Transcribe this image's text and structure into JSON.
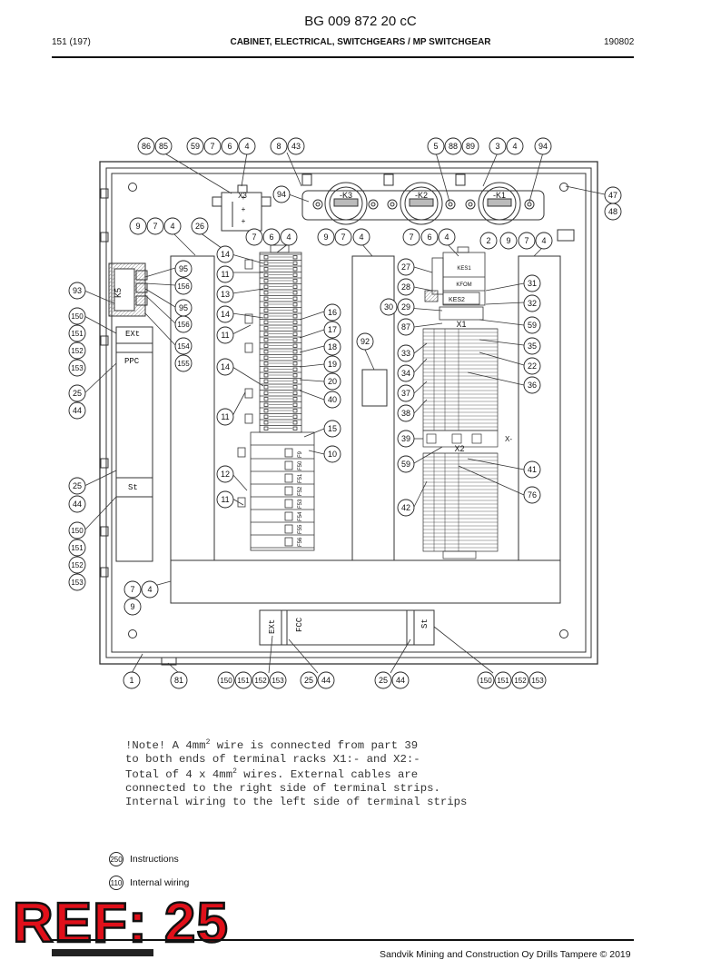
{
  "header": {
    "doc_id": "BG 009 872 20 cC",
    "page": "151 (197)",
    "section": "CABINET, ELECTRICAL, SWITCHGEARS / MP SWITCHGEAR",
    "date": "190802"
  },
  "diagram": {
    "labels": {
      "x3": "X3",
      "k3": "-K3",
      "k2": "-K2",
      "k1": "-K1",
      "k5": "K5",
      "ext": "EXt",
      "ppc": "PPC",
      "st": "St",
      "kes1": "KES1",
      "kfom": "KFOM",
      "kes2": "KES2",
      "x1": "X1",
      "x2": "X2",
      "xminus": "X-",
      "ext_bottom": "EXt",
      "fcc_bottom": "FCC",
      "st_bottom": "St"
    },
    "fuses": [
      "F9",
      "F50",
      "F51",
      "F52",
      "F53",
      "F54",
      "F55",
      "F56"
    ],
    "callouts": [
      {
        "id": "c1",
        "text": "86"
      },
      {
        "id": "c2",
        "text": "85"
      },
      {
        "id": "c3",
        "text": "59"
      },
      {
        "id": "c4",
        "text": "7"
      },
      {
        "id": "c5",
        "text": "6"
      },
      {
        "id": "c6",
        "text": "4"
      },
      {
        "id": "c7",
        "text": "8"
      },
      {
        "id": "c8",
        "text": "43"
      },
      {
        "id": "c9",
        "text": "5"
      },
      {
        "id": "c10",
        "text": "88"
      },
      {
        "id": "c11",
        "text": "89"
      },
      {
        "id": "c12",
        "text": "3"
      },
      {
        "id": "c13",
        "text": "4"
      },
      {
        "id": "c14",
        "text": "94"
      },
      {
        "id": "c15",
        "text": "94"
      },
      {
        "id": "c16",
        "text": "47"
      },
      {
        "id": "c17",
        "text": "48"
      },
      {
        "id": "c18",
        "text": "9"
      },
      {
        "id": "c19",
        "text": "7"
      },
      {
        "id": "c20",
        "text": "4"
      },
      {
        "id": "c21",
        "text": "26"
      },
      {
        "id": "c22",
        "text": "7"
      },
      {
        "id": "c23",
        "text": "6"
      },
      {
        "id": "c24",
        "text": "4"
      },
      {
        "id": "c25",
        "text": "9"
      },
      {
        "id": "c26",
        "text": "7"
      },
      {
        "id": "c27",
        "text": "4"
      },
      {
        "id": "c28",
        "text": "7"
      },
      {
        "id": "c29",
        "text": "6"
      },
      {
        "id": "c30",
        "text": "4"
      },
      {
        "id": "c31",
        "text": "2"
      },
      {
        "id": "c32",
        "text": "9"
      },
      {
        "id": "c33",
        "text": "7"
      },
      {
        "id": "c34",
        "text": "4"
      },
      {
        "id": "c35",
        "text": "14"
      },
      {
        "id": "c36",
        "text": "11"
      },
      {
        "id": "c37",
        "text": "13"
      },
      {
        "id": "c38",
        "text": "14"
      },
      {
        "id": "c39",
        "text": "11"
      },
      {
        "id": "c40",
        "text": "14"
      },
      {
        "id": "c41",
        "text": "11"
      },
      {
        "id": "c42",
        "text": "12"
      },
      {
        "id": "c43",
        "text": "11"
      },
      {
        "id": "c44",
        "text": "95"
      },
      {
        "id": "c45",
        "text": "156"
      },
      {
        "id": "c46",
        "text": "95"
      },
      {
        "id": "c47",
        "text": "156"
      },
      {
        "id": "c48",
        "text": "154"
      },
      {
        "id": "c49",
        "text": "155"
      },
      {
        "id": "c50",
        "text": "93"
      },
      {
        "id": "c51",
        "text": "150"
      },
      {
        "id": "c52",
        "text": "151"
      },
      {
        "id": "c53",
        "text": "152"
      },
      {
        "id": "c54",
        "text": "153"
      },
      {
        "id": "c55",
        "text": "25"
      },
      {
        "id": "c56",
        "text": "44"
      },
      {
        "id": "c57",
        "text": "25"
      },
      {
        "id": "c58",
        "text": "44"
      },
      {
        "id": "c59",
        "text": "150"
      },
      {
        "id": "c60",
        "text": "151"
      },
      {
        "id": "c61",
        "text": "152"
      },
      {
        "id": "c62",
        "text": "153"
      },
      {
        "id": "c63",
        "text": "7"
      },
      {
        "id": "c64",
        "text": "4"
      },
      {
        "id": "c65",
        "text": "9"
      },
      {
        "id": "c66",
        "text": "16"
      },
      {
        "id": "c67",
        "text": "17"
      },
      {
        "id": "c68",
        "text": "18"
      },
      {
        "id": "c69",
        "text": "19"
      },
      {
        "id": "c70",
        "text": "20"
      },
      {
        "id": "c71",
        "text": "40"
      },
      {
        "id": "c72",
        "text": "15"
      },
      {
        "id": "c73",
        "text": "10"
      },
      {
        "id": "c74",
        "text": "92"
      },
      {
        "id": "c75",
        "text": "27"
      },
      {
        "id": "c76",
        "text": "28"
      },
      {
        "id": "c77",
        "text": "30"
      },
      {
        "id": "c78",
        "text": "29"
      },
      {
        "id": "c79",
        "text": "87"
      },
      {
        "id": "c80",
        "text": "33"
      },
      {
        "id": "c81",
        "text": "34"
      },
      {
        "id": "c82",
        "text": "37"
      },
      {
        "id": "c83",
        "text": "38"
      },
      {
        "id": "c84",
        "text": "39"
      },
      {
        "id": "c85",
        "text": "59"
      },
      {
        "id": "c86",
        "text": "42"
      },
      {
        "id": "c87",
        "text": "31"
      },
      {
        "id": "c88",
        "text": "32"
      },
      {
        "id": "c89",
        "text": "59"
      },
      {
        "id": "c90",
        "text": "35"
      },
      {
        "id": "c91",
        "text": "22"
      },
      {
        "id": "c92",
        "text": "36"
      },
      {
        "id": "c93",
        "text": "41"
      },
      {
        "id": "c94",
        "text": "76"
      },
      {
        "id": "c95",
        "text": "1"
      },
      {
        "id": "c96",
        "text": "81"
      },
      {
        "id": "c97",
        "text": "150"
      },
      {
        "id": "c98",
        "text": "151"
      },
      {
        "id": "c99",
        "text": "152"
      },
      {
        "id": "c100",
        "text": "153"
      },
      {
        "id": "c101",
        "text": "25"
      },
      {
        "id": "c102",
        "text": "44"
      },
      {
        "id": "c103",
        "text": "25"
      },
      {
        "id": "c104",
        "text": "44"
      },
      {
        "id": "c105",
        "text": "150"
      },
      {
        "id": "c106",
        "text": "151"
      },
      {
        "id": "c107",
        "text": "152"
      },
      {
        "id": "c108",
        "text": "153"
      }
    ]
  },
  "note": {
    "line1_a": "!Note! A 4mm",
    "line1_sup": "2",
    "line1_b": " wire is connected from part 39",
    "line2": "to both ends of terminal racks X1:- and X2:-",
    "line3_a": "Total of 4 x 4mm",
    "line3_sup": "2",
    "line3_b": " wires. External cables are",
    "line4": "connected to the right side of terminal strips.",
    "line5": "Internal wiring to the left side of terminal strips"
  },
  "legend": [
    {
      "number": "250",
      "label": "Instructions"
    },
    {
      "number": "110",
      "label": "Internal wiring"
    }
  ],
  "stamp": "REF: 25",
  "footer": "Sandvik Mining and Construction Oy Drills Tampere © 2019"
}
